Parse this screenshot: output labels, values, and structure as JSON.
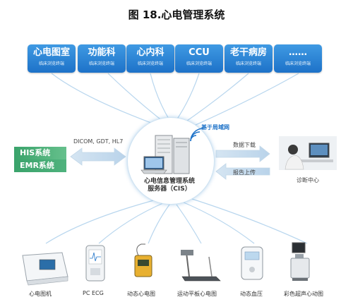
{
  "title": "图 18.心电管理系统",
  "departments": [
    {
      "name": "心电图室",
      "sub": "临床浏览终端"
    },
    {
      "name": "功能科",
      "sub": "临床浏览终端"
    },
    {
      "name": "心内科",
      "sub": "临床浏览终端"
    },
    {
      "name": "CCU",
      "sub": "临床浏览终端"
    },
    {
      "name": "老干病房",
      "sub": "临床浏览终端"
    },
    {
      "name": "……",
      "sub": "临床浏览终端"
    }
  ],
  "left": {
    "protocols": "DICOM, GDT, HL7",
    "his": "HIS系统",
    "emr": "EMR系统"
  },
  "center": {
    "lan": "基于局域网",
    "line1": "心电信息管理系统",
    "line2": "服务器（CIS）"
  },
  "right": {
    "download": "数据下载",
    "upload": "报告上传",
    "diagnosis": "诊断中心"
  },
  "devices": [
    {
      "name": "心电图机",
      "icon": "ecg-machine-icon"
    },
    {
      "name": "PC ECG",
      "icon": "pc-ecg-icon"
    },
    {
      "name": "动态心电图",
      "icon": "holter-icon"
    },
    {
      "name": "运动平板心电图",
      "icon": "treadmill-icon"
    },
    {
      "name": "动态血压",
      "icon": "abpm-icon"
    },
    {
      "name": "彩色超声心动图",
      "icon": "ultrasound-icon"
    }
  ],
  "colors": {
    "accent": "#1d72c8",
    "his": "#3aa36b",
    "arrow": "#cfe0ee"
  }
}
